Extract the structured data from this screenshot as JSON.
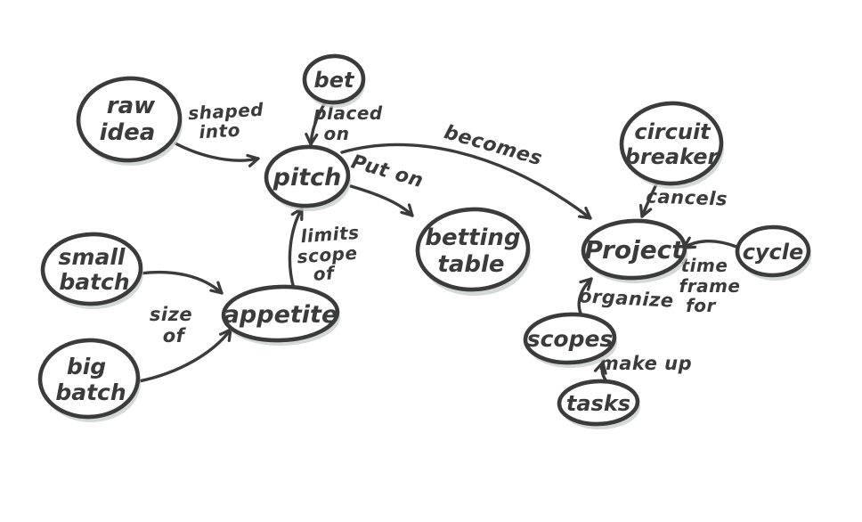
{
  "palette": {
    "ink": "#3b3b3b",
    "bubble_fill": "#ffffff",
    "shadow": "#c9d0cd",
    "background": "#ffffff"
  },
  "nodes": {
    "raw_idea": {
      "lines": [
        "raw",
        "idea"
      ]
    },
    "bet": {
      "lines": [
        "bet"
      ]
    },
    "pitch": {
      "lines": [
        "pitch"
      ]
    },
    "betting_table": {
      "lines": [
        "betting",
        "table"
      ]
    },
    "circuit_breaker": {
      "lines": [
        "circuit",
        "breaker"
      ]
    },
    "project": {
      "lines": [
        "Project"
      ]
    },
    "cycle": {
      "lines": [
        "cycle"
      ]
    },
    "appetite": {
      "lines": [
        "appetite"
      ]
    },
    "small_batch": {
      "lines": [
        "small",
        "batch"
      ]
    },
    "big_batch": {
      "lines": [
        "big",
        "batch"
      ]
    },
    "scopes": {
      "lines": [
        "scopes"
      ]
    },
    "tasks": {
      "lines": [
        "tasks"
      ]
    }
  },
  "edges": {
    "shaped_into": {
      "from": "raw idea",
      "to": "pitch",
      "lines": [
        "shaped",
        "into"
      ]
    },
    "placed_on": {
      "from": "bet",
      "to": "pitch",
      "lines": [
        "placed",
        "on"
      ]
    },
    "becomes": {
      "from": "pitch",
      "to": "Project",
      "lines": [
        "becomes"
      ]
    },
    "put_on": {
      "from": "pitch",
      "to": "betting table",
      "lines": [
        "Put on"
      ]
    },
    "limits_scope_of": {
      "from": "appetite",
      "to": "pitch",
      "lines": [
        "limits",
        "scope",
        "of"
      ]
    },
    "size_of": {
      "from": "small batch, big batch",
      "to": "appetite",
      "lines": [
        "size",
        "of"
      ]
    },
    "cancels": {
      "from": "circuit breaker",
      "to": "Project",
      "lines": [
        "cancels"
      ]
    },
    "time_frame_for": {
      "from": "cycle",
      "to": "Project",
      "lines": [
        "time",
        "frame",
        "for"
      ]
    },
    "organize": {
      "from": "scopes",
      "to": "Project",
      "lines": [
        "organize"
      ]
    },
    "make_up": {
      "from": "tasks",
      "to": "scopes",
      "lines": [
        "make up"
      ]
    }
  }
}
